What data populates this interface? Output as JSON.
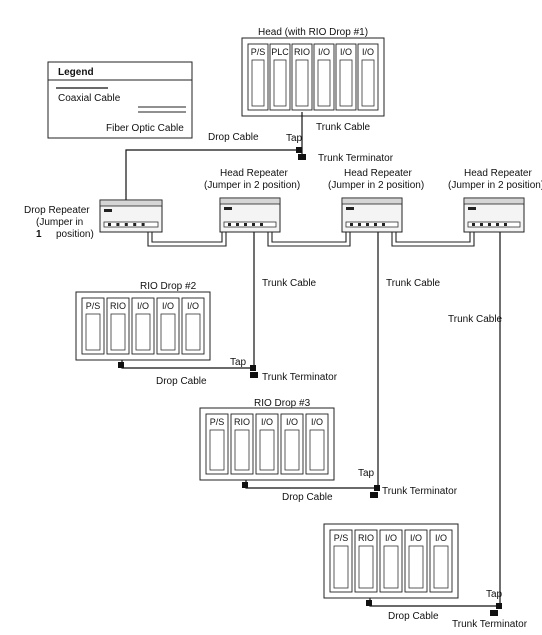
{
  "legend": {
    "title": "Legend",
    "coax_label": "Coaxial Cable",
    "fiber_label": "Fiber Optic Cable"
  },
  "head_rack": {
    "title": "Head (with RIO Drop #1)",
    "slots": [
      "P/S",
      "PLC",
      "RIO",
      "I/O",
      "I/O",
      "I/O"
    ]
  },
  "drop2_rack": {
    "title": "RIO Drop #2",
    "slots": [
      "P/S",
      "RIO",
      "I/O",
      "I/O",
      "I/O"
    ]
  },
  "drop3_rack": {
    "title": "RIO Drop #3",
    "slots": [
      "P/S",
      "RIO",
      "I/O",
      "I/O",
      "I/O"
    ]
  },
  "drop4_rack": {
    "slots": [
      "P/S",
      "RIO",
      "I/O",
      "I/O",
      "I/O"
    ]
  },
  "repeaters": {
    "drop": {
      "line1": "Drop Repeater",
      "line2": "(Jumper in",
      "line3_num": "1",
      "line3_rest": "position)"
    },
    "head": {
      "line1": "Head Repeater",
      "line2": "(Jumper in  2 position)"
    }
  },
  "labels": {
    "trunk_cable": "Trunk Cable",
    "drop_cable": "Drop Cable",
    "tap": "Tap",
    "trunk_terminator": "Trunk Terminator"
  }
}
